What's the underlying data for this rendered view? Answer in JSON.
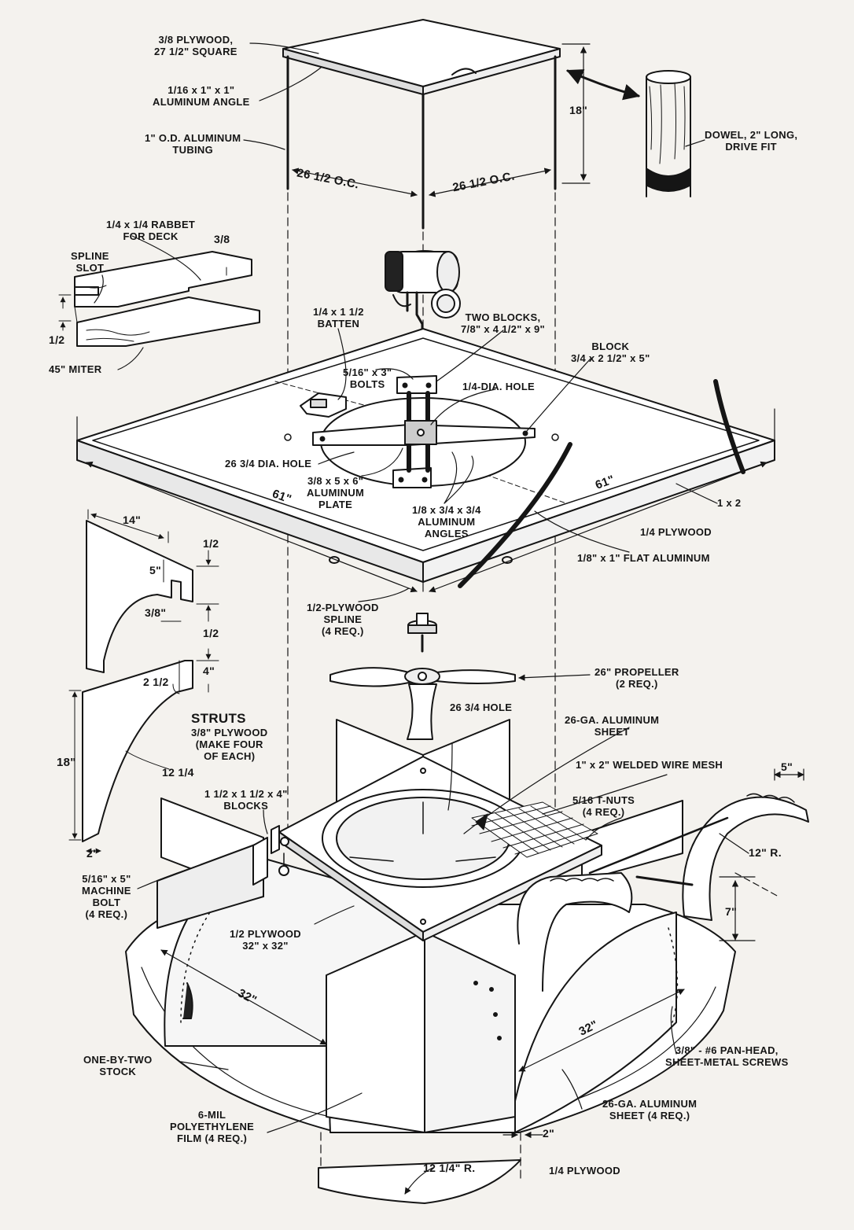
{
  "labels": {
    "plywood_top": "3/8 PLYWOOD,\n27 1/2\" SQUARE",
    "aluminum_angle": "1/16 x 1\" x 1\"\nALUMINUM ANGLE",
    "aluminum_tubing": "1\" O.D. ALUMINUM\nTUBING",
    "dim_26_5_left": "26 1/2 O.C.",
    "dim_26_5_right": "26 1/2 O.C.",
    "dim_18_top": "18\"",
    "dowel": "DOWEL, 2\" LONG,\nDRIVE FIT",
    "rabbet": "1/4 x 1/4 RABBET\nFOR DECK",
    "spline_slot": "SPLINE\nSLOT",
    "dim_3_8_rabbet": "3/8",
    "dim_1_2_rabbet": "1/2",
    "miter": "45\" MITER",
    "batten": "1/4 x 1 1/2\nBATTEN",
    "two_blocks": "TWO BLOCKS,\n7/8\" x 4 1/2\" x 9\"",
    "bolts": "5/16\" x 3\"\nBOLTS",
    "dia_hole_quarter": "1/4-DIA. HOLE",
    "block": "BLOCK\n3/4 x 2 1/2\" x 5\"",
    "hole_26_75": "26 3/4 DIA. HOLE",
    "dim_61_left": "61\"",
    "dim_61_right": "61\"",
    "aluminum_plate": "3/8 x 5 x 6\"\nALUMINUM\nPLATE",
    "aluminum_angles": "1/8 x 3/4 x 3/4\nALUMINUM\nANGLES",
    "one_by_two": "1 x 2",
    "quarter_plywood_deck": "1/4 PLYWOOD",
    "flat_aluminum": "1/8\" x 1\" FLAT ALUMINUM",
    "dim_14": "14\"",
    "dim_1_2_a": "1/2",
    "dim_5": "5\"",
    "dim_3_8": "3/8\"",
    "dim_1_2_b": "1/2",
    "dim_4": "4\"",
    "dim_2_5": "2 1/2",
    "dim_18_strut": "18\"",
    "dim_12_25": "12 1/4",
    "dim_2_strut": "2\"",
    "struts_title": "STRUTS",
    "struts_desc": "3/8\" PLYWOOD\n(MAKE FOUR\nOF EACH)",
    "spline": "1/2-PLYWOOD\nSPLINE\n(4 REQ.)",
    "propeller": "26\" PROPELLER\n(2 REQ.)",
    "hole_26_75_b": "26 3/4 HOLE",
    "aluminum_sheet_top": "26-GA. ALUMINUM\nSHEET",
    "wire_mesh": "1\" x 2\" WELDED WIRE MESH",
    "blocks_base": "1 1/2 x 1 1/2 x 4\"\nBLOCKS",
    "t_nuts": "5/16 T-NUTS\n(4 REQ.)",
    "dim_5_handle": "5\"",
    "dim_12r": "12\" R.",
    "dim_7": "7\"",
    "machine_bolt": "5/16\" x 5\"\nMACHINE\nBOLT\n(4 REQ.)",
    "base_plywood": "1/2 PLYWOOD\n32\" x 32\"",
    "dim_32_left": "32\"",
    "dim_32_right": "32\"",
    "screws": "3/8\" - #6 PAN-HEAD,\nSHEET-METAL SCREWS",
    "one_by_two_stock": "ONE-BY-TWO\nSTOCK",
    "polyethylene": "6-MIL\nPOLYETHYLENE\nFILM (4 REQ.)",
    "aluminum_sheet_bottom": "26-GA. ALUMINUM\nSHEET (4 REQ.)",
    "dim_2_bottom": "2\"",
    "dim_12_25r": "12 1/4\" R.",
    "quarter_plywood_bottom": "1/4 PLYWOOD"
  }
}
